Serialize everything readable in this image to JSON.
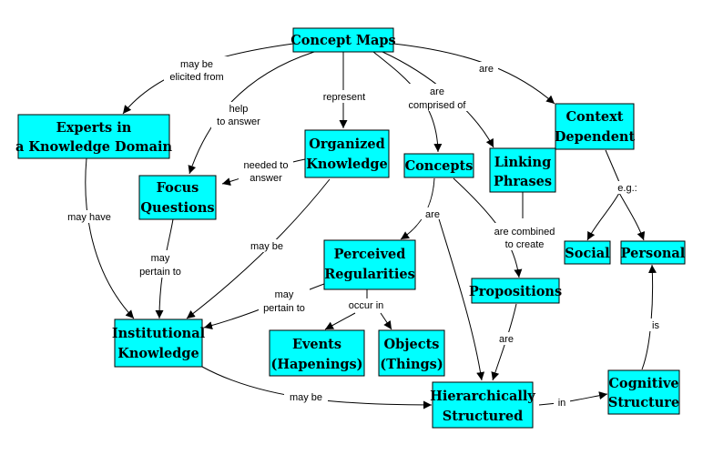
{
  "diagram": {
    "nodes": {
      "concept_maps": "Concept Maps",
      "experts": [
        "Experts in",
        "a Knowledge Domain"
      ],
      "organized_knowledge": [
        "Organized",
        "Knowledge"
      ],
      "concepts": "Concepts",
      "linking_phrases": [
        "Linking",
        "Phrases"
      ],
      "context_dependent": [
        "Context",
        "Dependent"
      ],
      "focus_questions": [
        "Focus",
        "Questions"
      ],
      "perceived_regularities": [
        "Perceived",
        "Regularities"
      ],
      "propositions": "Propositions",
      "social": "Social",
      "personal": "Personal",
      "institutional_knowledge": [
        "Institutional",
        "Knowledge"
      ],
      "events": [
        "Events",
        "(Hapenings)"
      ],
      "objects": [
        "Objects",
        "(Things)"
      ],
      "hierarchically_structured": [
        "Hierarchically",
        "Structured"
      ],
      "cognitive_structure": [
        "Cognitive",
        "Structure"
      ]
    },
    "links": {
      "may_be_elicited_from": [
        "may be",
        "elicited from"
      ],
      "help_to_answer": [
        "help",
        "to answer"
      ],
      "represent": "represent",
      "are_comprised_of": [
        "are",
        "comprised of"
      ],
      "are_context": "are",
      "needed_to_answer": [
        "needed to",
        "answer"
      ],
      "eg": "e.g.:",
      "may_have": "may have",
      "are_concepts": "are",
      "are_combined_to_create": [
        "are combined",
        "to create"
      ],
      "may_pertain_to_focus": [
        "may",
        "pertain to"
      ],
      "may_be_org": "may be",
      "may_pertain_to_reg": [
        "may",
        "pertain to"
      ],
      "occur_in": "occur in",
      "are_props": "are",
      "is": "is",
      "may_be_inst": "may be",
      "in": "in"
    }
  }
}
